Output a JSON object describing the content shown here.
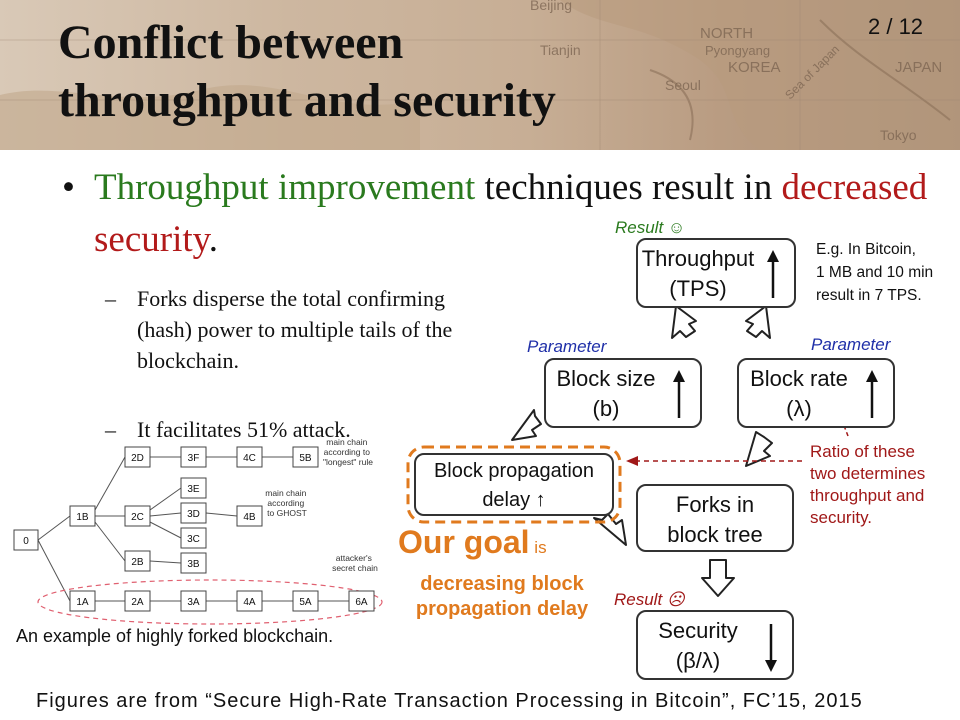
{
  "slide": {
    "title_line1": "Conflict between",
    "title_line2": "throughput and security",
    "page_number": "2 / 12"
  },
  "map_labels": [
    "Beijing",
    "Tianjin",
    "NORTH",
    "Pyongyang",
    "KOREA",
    "Seoul",
    "JAPAN",
    "Tokyo",
    "Sea of Japan"
  ],
  "bullet": {
    "dot": "•",
    "part1": "Throughput improvement",
    "part2": " techniques result in ",
    "part3": "decreased security",
    "part4": "."
  },
  "sub_bullets": [
    {
      "dash": "–",
      "text": "Forks  disperse  the total confirming (hash) power  to multiple tails of the blockchain."
    },
    {
      "dash": "–",
      "text": "It facilitates 51% attack."
    }
  ],
  "tree": {
    "genesis": "0",
    "nodes": {
      "n1B": "1B",
      "n2D": "2D",
      "n3F": "3F",
      "n4C": "4C",
      "n5B": "5B",
      "n3E": "3E",
      "n2C": "2C",
      "n3D": "3D",
      "n4B": "4B",
      "n3C": "3C",
      "n2B": "2B",
      "n3B": "3B",
      "n1A": "1A",
      "n2A": "2A",
      "n3A": "3A",
      "n4A": "4A",
      "n5A": "5A",
      "n6A": "6A"
    },
    "note_longest": [
      "main chain",
      "according to",
      "\"longest\" rule"
    ],
    "note_ghost": [
      "main chain",
      "according",
      "to GHOST"
    ],
    "note_attacker": [
      "attacker's",
      "secret chain"
    ],
    "caption": "An example of highly forked blockchain."
  },
  "flow": {
    "result_good": "Result ☺",
    "result_bad": "Result ☹",
    "throughput": [
      "Throughput",
      "(TPS)"
    ],
    "example": [
      "E.g. In Bitcoin,",
      "1 MB and 10 min",
      "result in 7 TPS."
    ],
    "param_left": "Parameter",
    "param_right": "Parameter",
    "block_size": [
      "Block size",
      "(b)"
    ],
    "block_rate": [
      "Block rate",
      "(λ)"
    ],
    "prop_delay": [
      "Block propagation",
      "delay ↑"
    ],
    "forks": [
      "Forks in",
      "block tree"
    ],
    "security": [
      "Security",
      "(β/λ)"
    ],
    "ratio_note": [
      "Ratio of these",
      "two determines",
      "throughput and",
      "security."
    ],
    "goal_big": "Our goal",
    "goal_is": " is",
    "goal_text": [
      "decreasing block",
      "propagation delay"
    ]
  },
  "colors": {
    "green": "#2a7a1e",
    "red": "#b21a1a",
    "orange": "#e07a1e",
    "blue": "#1f2fa8",
    "dark_red": "#a01818"
  },
  "footer": "Figures are from “Secure High-Rate Transaction Processing in Bitcoin”, FC’15, 2015"
}
